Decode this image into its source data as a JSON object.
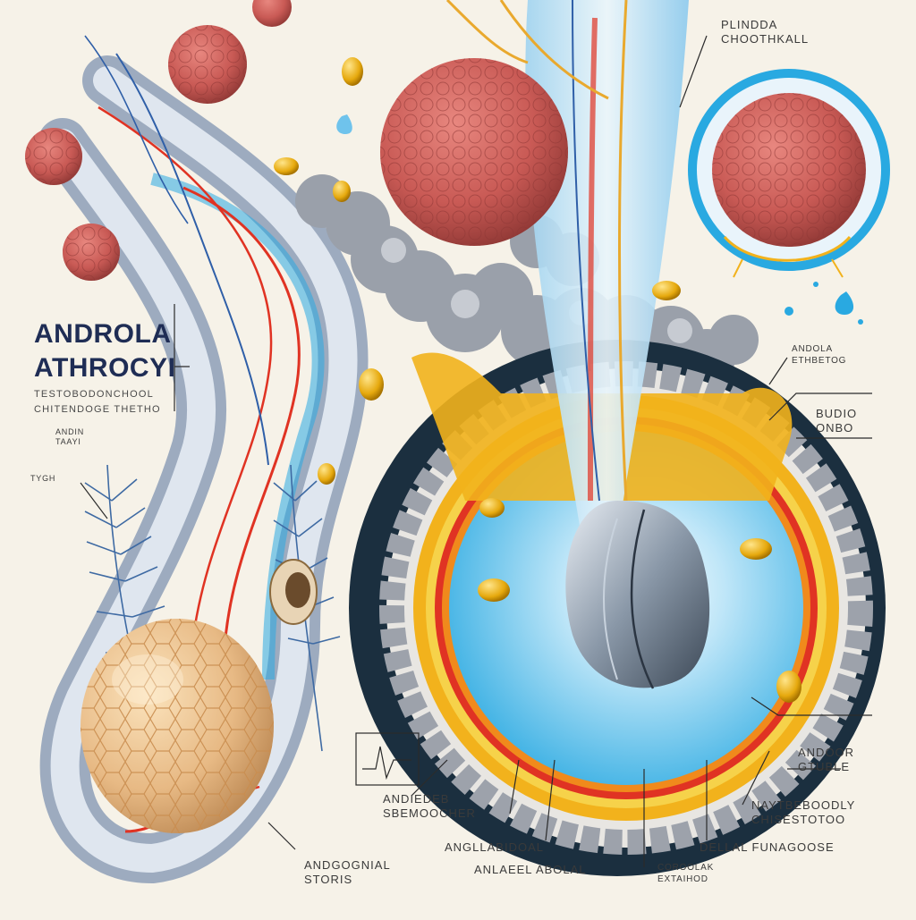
{
  "title": {
    "line1": "ANDROLA",
    "line2": "ATHROCYI"
  },
  "subtitle": {
    "line1": "TESTOBODONCHOOL",
    "line2": "CHITENDOGE THETHO"
  },
  "labels": {
    "top_right": {
      "line1": "PLINDDA",
      "line2": "CHOOTHKALL"
    },
    "right_1": {
      "line1": "ANDOLA",
      "line2": "ETHBETOG"
    },
    "right_2": {
      "line1": "BUDIO",
      "line2": "ONBO"
    },
    "right_3": {
      "line1": "ANDOOR",
      "line2": "GTUBLE"
    },
    "right_4": {
      "line1": "NAYTBEBOODLY",
      "line2": "CHISESTOTOO"
    },
    "bottom_1": {
      "line1": "ANDIEDEB",
      "line2": "SBEMOOCHER"
    },
    "bottom_2": "ANGLLABIDOAL",
    "bottom_3": "ANLAEEL ABOLAL",
    "bottom_4": "DELLAL FUNAGOOSE",
    "bottom_5": {
      "line1": "COROOLAK",
      "line2": "EXTAIHOD"
    },
    "bottom_left": {
      "line1": "ANDGOGNIAL",
      "line2": "STORIS"
    },
    "left_small_1": {
      "line1": "ANDIN",
      "line2": "TAAYI"
    },
    "left_small_2": "TYGH"
  },
  "colors": {
    "background": "#f6f2e8",
    "blue_lumen": "#29a9e1",
    "fat_yellow": "#f2b21c",
    "red_vessel": "#e03323",
    "cell_pink": "#c95a55",
    "dark_ring": "#1b2f3f",
    "gray_tissue": "#8b8f99",
    "egg_tan": "#e7b984"
  },
  "icons": [
    "cell-icon",
    "vessel-icon",
    "droplet-icon",
    "testis-icon",
    "capsule-icon"
  ]
}
